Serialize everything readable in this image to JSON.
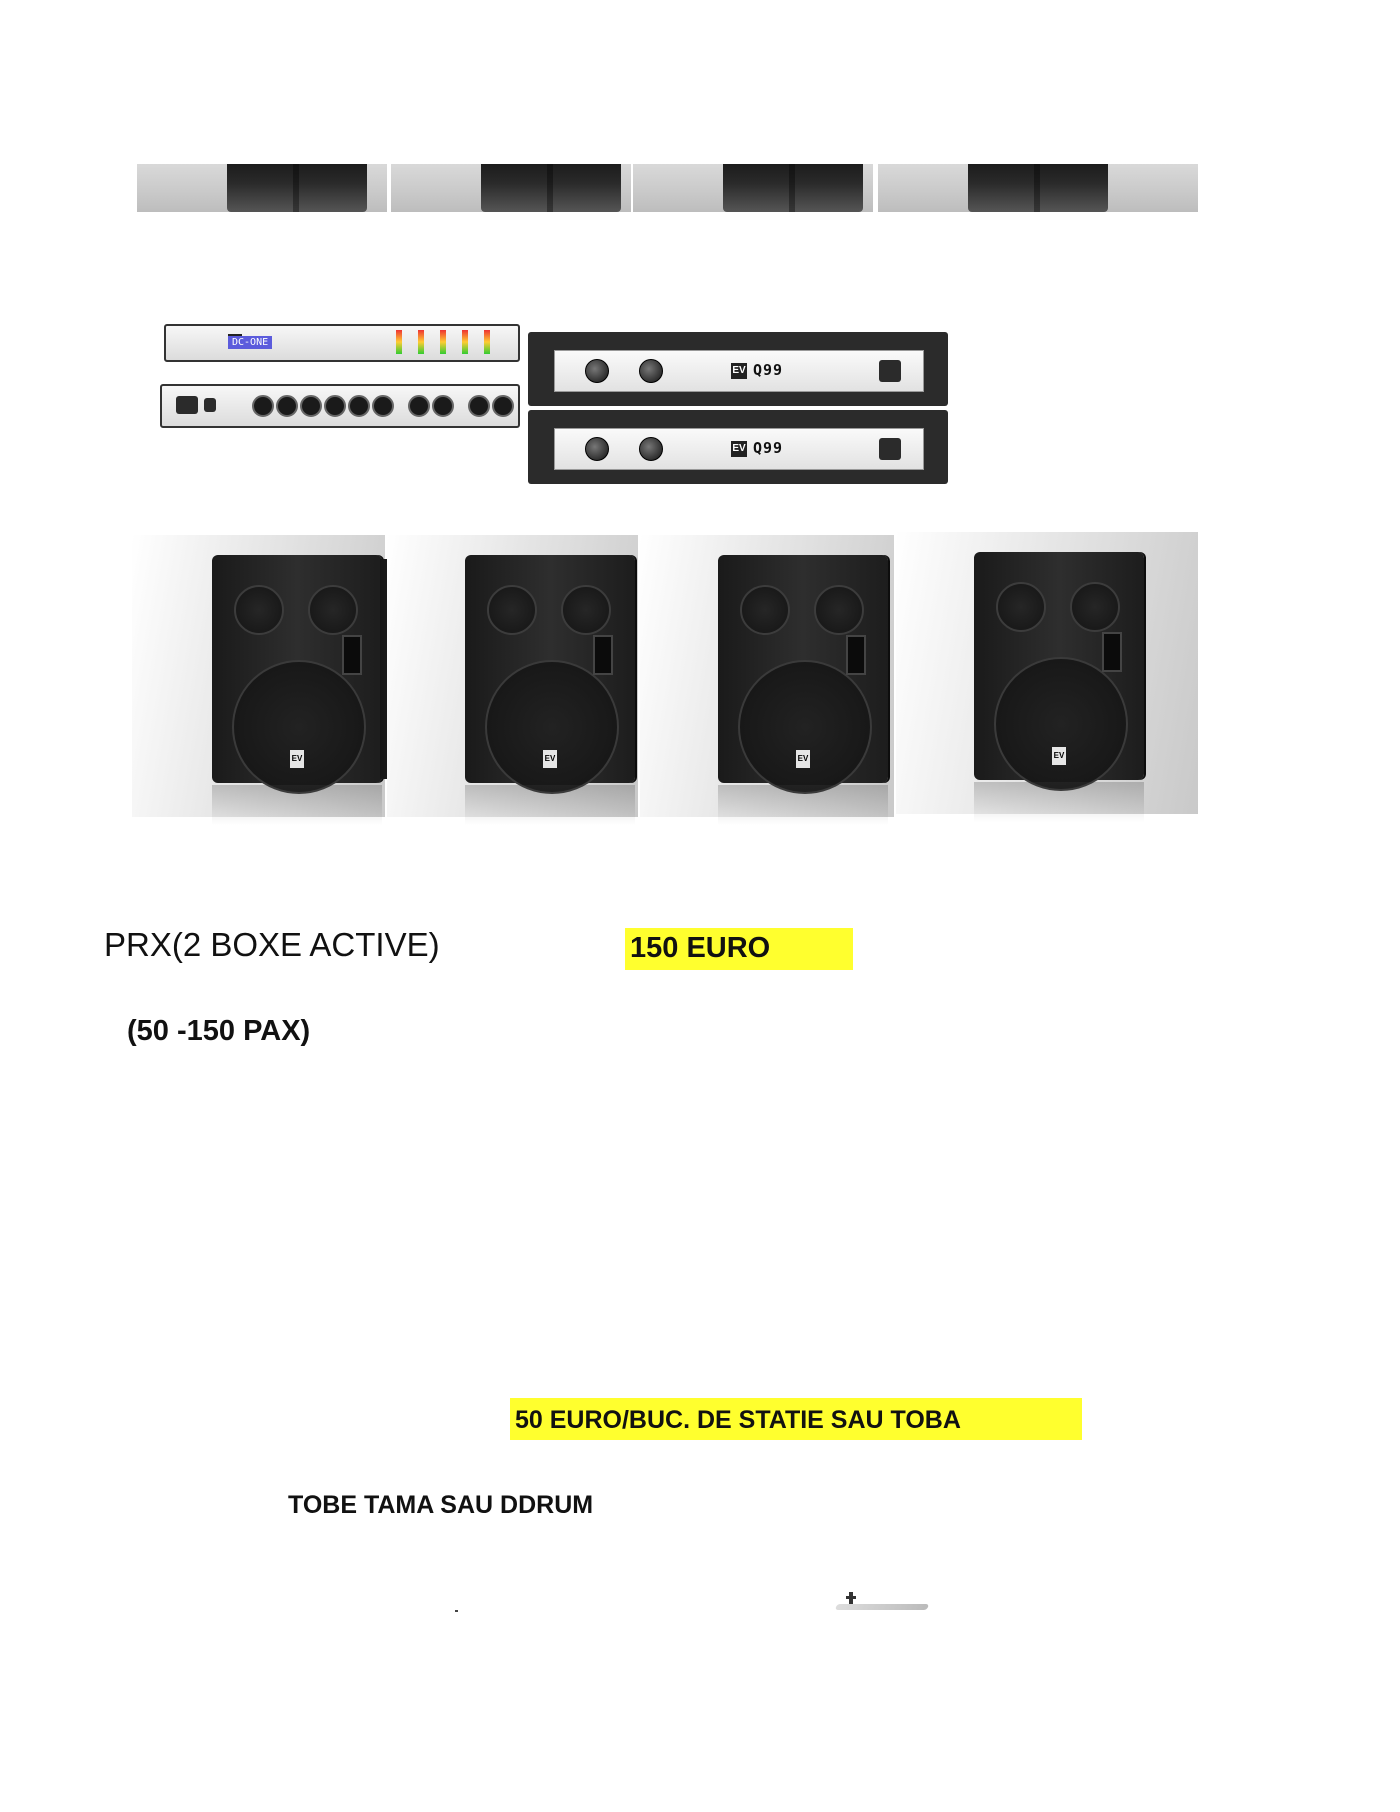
{
  "images": {
    "top_strip": "speaker-row-cropped",
    "processor": "DC-ONE",
    "amplifier_model": "Q99",
    "amplifier_brand": "EV",
    "speakers": "four-subwoofer-speakers",
    "speaker_badge": "EV",
    "small_fragment": "fragment-image"
  },
  "offer1": {
    "title": "PRX(2 BOXE ACTIVE)",
    "price": "150 EURO",
    "capacity": "(50 -150 PAX)"
  },
  "offer2": {
    "price": "50 EURO/BUC. DE STATIE SAU TOBA",
    "description": "TOBE TAMA SAU DDRUM"
  },
  "colors": {
    "highlight": "#ffff2e",
    "text": "#111111"
  }
}
